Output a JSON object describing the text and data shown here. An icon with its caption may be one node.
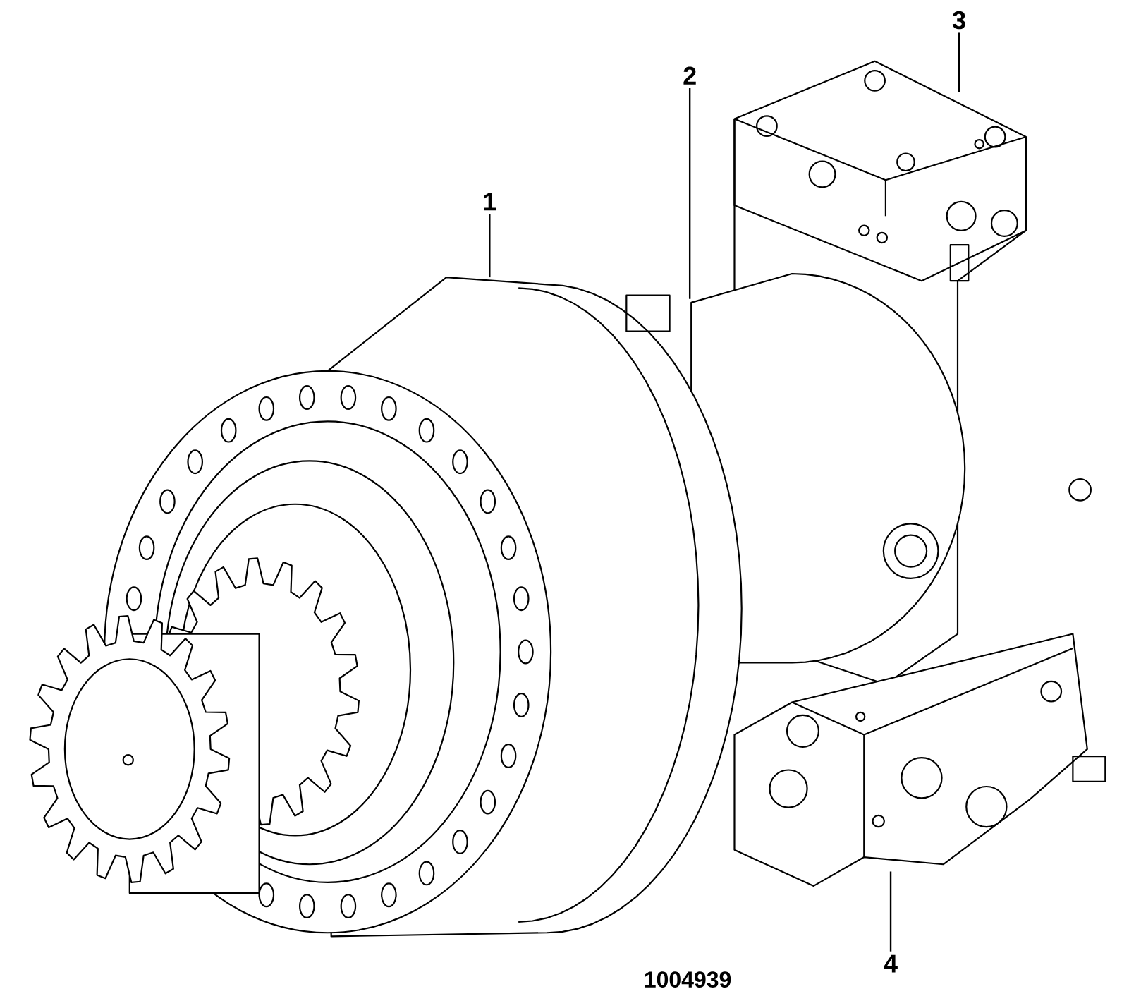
{
  "diagram": {
    "nodes": [
      {
        "text": [
          "1"
        ]
      },
      {
        "text": [
          "2"
        ]
      },
      {
        "text": [
          "3"
        ]
      },
      {
        "text": [
          "4"
        ]
      }
    ],
    "edges": [
      {
        "from": 0,
        "to": null,
        "arrow": "none"
      },
      {
        "from": 1,
        "to": null,
        "arrow": "none"
      },
      {
        "from": 2,
        "to": null,
        "arrow": "none"
      },
      {
        "from": 3,
        "to": null,
        "arrow": "none"
      }
    ],
    "labels": [
      "1004939"
    ]
  }
}
